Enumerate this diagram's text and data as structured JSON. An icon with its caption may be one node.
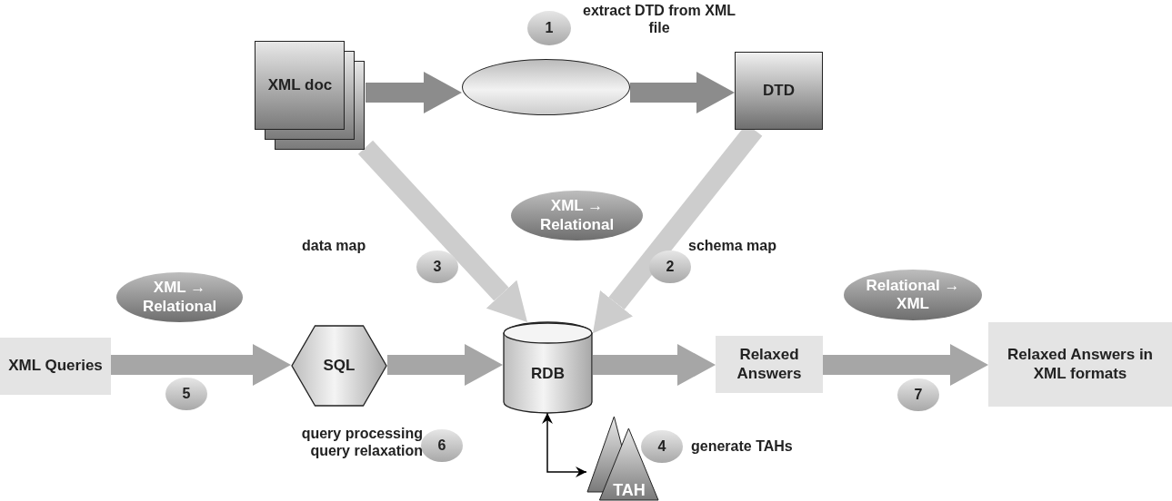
{
  "diagram": {
    "nodes": [
      {
        "text": [
          "XML doc"
        ]
      },
      {
        "text": [],
        "shape": "ellipse"
      },
      {
        "text": [
          "DTD"
        ]
      },
      {
        "text": [
          "XML → Relational"
        ]
      },
      {
        "text": [
          "XML Queries"
        ]
      },
      {
        "text": [
          "XML → Relational"
        ]
      },
      {
        "text": [
          "SQL"
        ]
      },
      {
        "text": [
          "RDB"
        ]
      },
      {
        "text": [
          "Relaxed Answers"
        ]
      },
      {
        "text": [
          "Relational → XML"
        ]
      },
      {
        "text": [
          "Relaxed Answers in XML formats"
        ]
      },
      {
        "text": [
          "TAH"
        ]
      },
      {
        "text": [
          "1"
        ]
      },
      {
        "text": [
          "3"
        ]
      },
      {
        "text": [
          "2"
        ]
      },
      {
        "text": [
          "5"
        ]
      },
      {
        "text": [
          "6"
        ]
      },
      {
        "text": [
          "4"
        ]
      },
      {
        "text": [
          "7"
        ]
      }
    ],
    "edges": [
      {
        "from": 0,
        "to": 1,
        "arrow": "to",
        "color": "#8c8c8c"
      },
      {
        "from": 1,
        "to": 2,
        "arrow": "to",
        "color": "#8c8c8c"
      },
      {
        "from": 0,
        "to": 7,
        "arrow": "to",
        "color": "#cdcdcd",
        "label": "data map"
      },
      {
        "from": 2,
        "to": 7,
        "arrow": "to",
        "color": "#cdcdcd",
        "label": "schema map"
      },
      {
        "from": 4,
        "to": 6,
        "arrow": "to"
      },
      {
        "from": 6,
        "to": 7,
        "arrow": "to"
      },
      {
        "from": 7,
        "to": 8,
        "arrow": "to"
      },
      {
        "from": 8,
        "to": 10,
        "arrow": "to"
      },
      {
        "from": 7,
        "to": 11,
        "arrow": "both",
        "color": "#000000"
      }
    ],
    "labels": [
      "extract DTD from XML file",
      "query processing query relaxation",
      "generate TAHs"
    ]
  }
}
